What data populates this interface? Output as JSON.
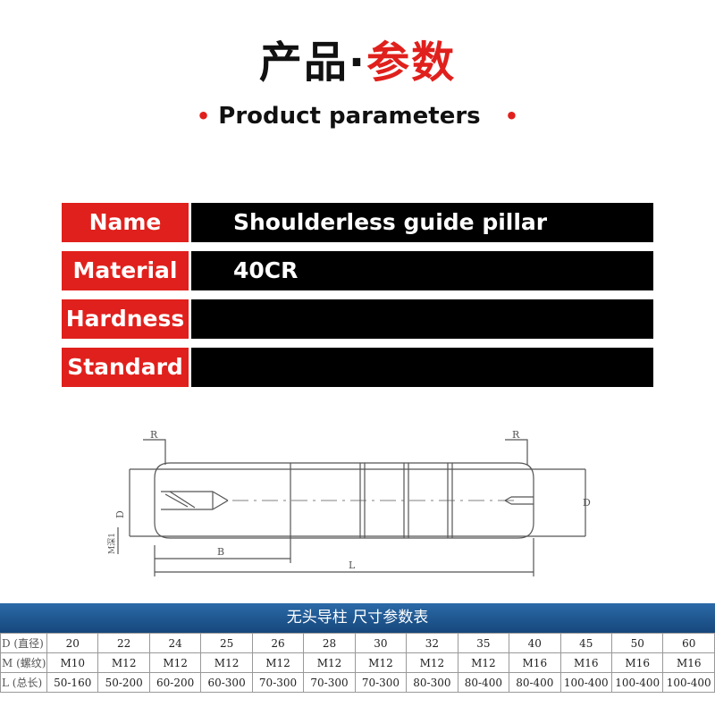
{
  "title": {
    "cn_black": "产品·",
    "cn_red": "参数",
    "en": "Product parameters",
    "dot": "•"
  },
  "params": [
    {
      "label": "Name",
      "value": "Shoulderless guide pillar"
    },
    {
      "label": "Material",
      "value": "40CR"
    },
    {
      "label": "Hardness",
      "value": ""
    },
    {
      "label": "Standard",
      "value": ""
    }
  ],
  "drawing": {
    "r_left": "R",
    "r_right": "R",
    "d_left": "D",
    "d_right": "D",
    "m_label": "M深1",
    "b_label": "B",
    "l_label": "L"
  },
  "table": {
    "title": "无头导柱 尺寸参数表",
    "rows": [
      {
        "head": "D (直径)",
        "cells": [
          "20",
          "22",
          "24",
          "25",
          "26",
          "28",
          "30",
          "32",
          "35",
          "40",
          "45",
          "50",
          "60"
        ]
      },
      {
        "head": "M (螺纹)",
        "cells": [
          "M10",
          "M12",
          "M12",
          "M12",
          "M12",
          "M12",
          "M12",
          "M12",
          "M12",
          "M16",
          "M16",
          "M16",
          "M16"
        ]
      },
      {
        "head": "L (总长)",
        "cells": [
          "50-160",
          "50-200",
          "60-200",
          "60-300",
          "70-300",
          "70-300",
          "70-300",
          "80-300",
          "80-400",
          "80-400",
          "100-400",
          "100-400",
          "100-400"
        ]
      }
    ]
  }
}
